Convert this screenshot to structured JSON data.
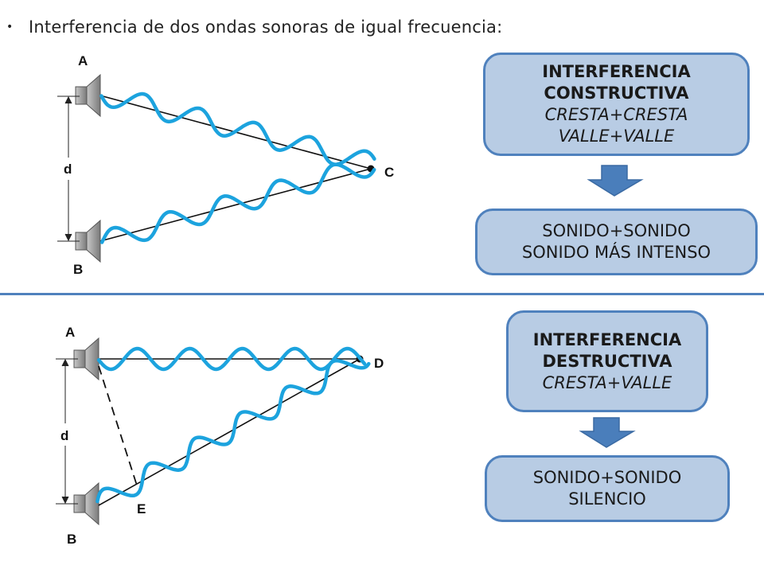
{
  "heading": {
    "bullet": "•",
    "text": "Interferencia de dos ondas sonoras de igual frecuencia:"
  },
  "top_diagram": {
    "labels": {
      "a": "A",
      "b": "B",
      "c": "C",
      "d": "d"
    },
    "box1": {
      "line1": "INTERFERENCIA",
      "line2": "CONSTRUCTIVA",
      "line3": "CRESTA+CRESTA",
      "line4": "VALLE+VALLE"
    },
    "box2": {
      "line1": "SONIDO+SONIDO",
      "line2": "SONIDO MÁS INTENSO"
    }
  },
  "bottom_diagram": {
    "labels": {
      "a": "A",
      "b": "B",
      "d_point": "D",
      "d": "d",
      "e": "E"
    },
    "box1": {
      "line1": "INTERFERENCIA",
      "line2": "DESTRUCTIVA",
      "line3": "CRESTA+VALLE"
    },
    "box2": {
      "line1": "SONIDO+SONIDO",
      "line2": "SILENCIO"
    }
  },
  "colors": {
    "wave": "#1ca3de",
    "box_fill": "#b8cce4",
    "box_border": "#4f81bd",
    "arrow": "#4a7ebb"
  }
}
